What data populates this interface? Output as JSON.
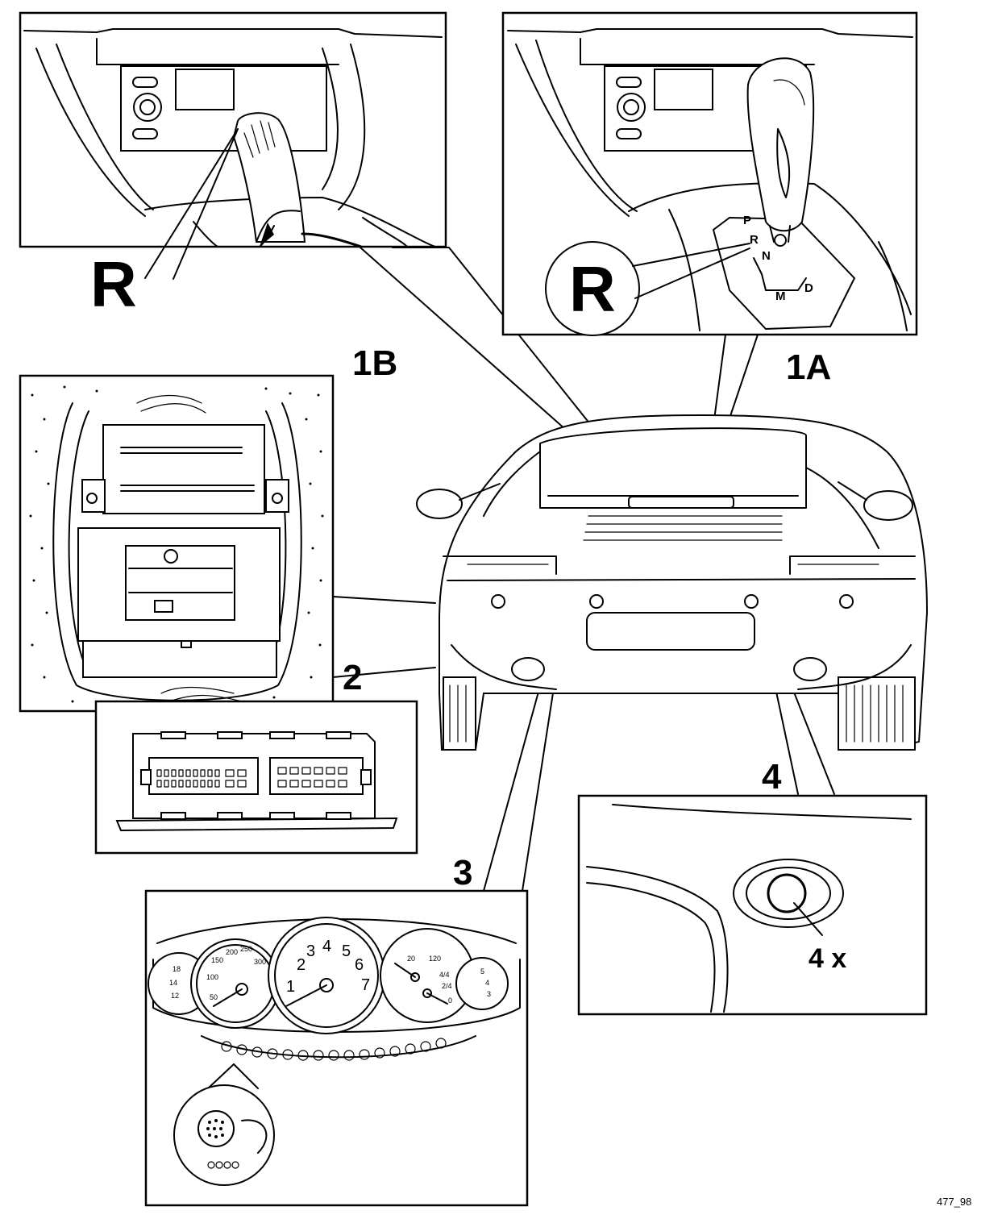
{
  "figure_id": "477_98",
  "callouts": {
    "c1a": "1A",
    "c1b": "1B",
    "c2": "2",
    "c3": "3",
    "c4": "4"
  },
  "panel_1b": {
    "gear_letter": "R"
  },
  "panel_1a": {
    "gear_letter": "R",
    "selector_positions": [
      "P",
      "R",
      "N",
      "D",
      "M"
    ]
  },
  "panel_3": {
    "tacho_numbers": [
      "1",
      "2",
      "3",
      "4",
      "5",
      "6",
      "7"
    ],
    "speedo_numbers": [
      "50",
      "100",
      "150",
      "200",
      "250",
      "300"
    ],
    "temp_numbers": [
      "20",
      "120"
    ],
    "fuel_numbers": [
      "4/4",
      "2/4",
      "0"
    ],
    "left_gauge_numbers": [
      "18",
      "14",
      "12"
    ],
    "right_gauge_numbers": [
      "5",
      "4",
      "3"
    ]
  },
  "panel_4": {
    "count_label": "4 x"
  }
}
